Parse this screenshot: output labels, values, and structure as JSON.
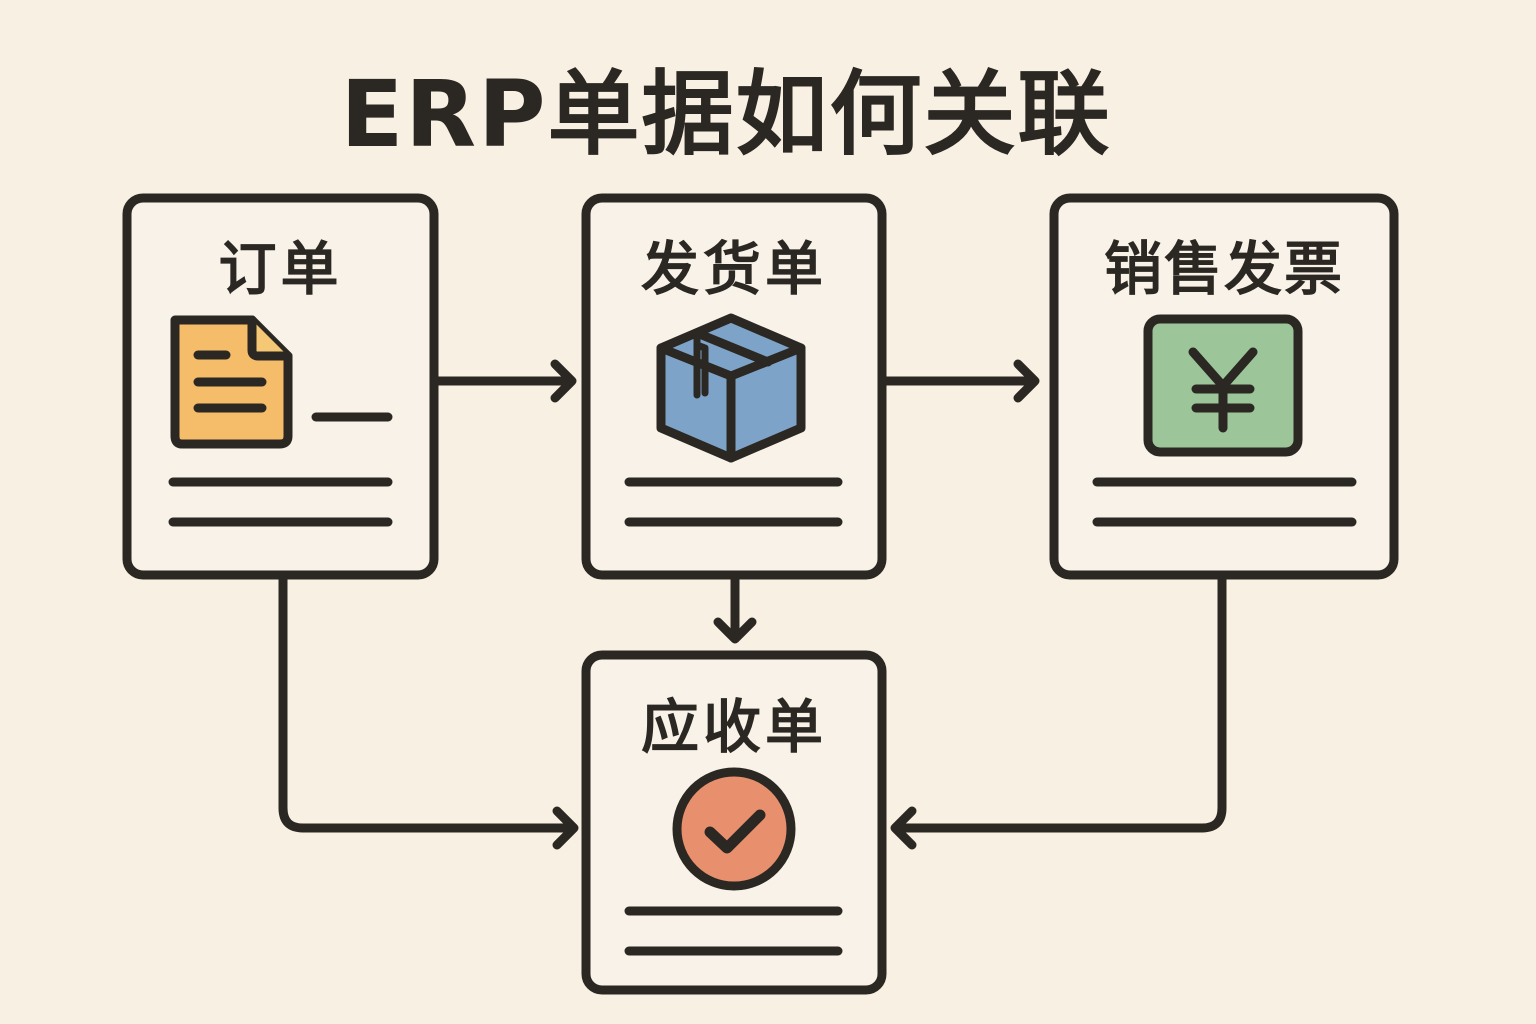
{
  "title": "ERP单据如何关联",
  "nodes": {
    "order": {
      "label": "订单",
      "icon": "document-icon",
      "icon_color": "#f5bd6a"
    },
    "delivery": {
      "label": "发货单",
      "icon": "package-box-icon",
      "icon_color": "#7ea3c8"
    },
    "invoice": {
      "label": "销售发票",
      "icon": "yen-currency-icon",
      "icon_color": "#9cc59a",
      "icon_glyph": "¥"
    },
    "receivable": {
      "label": "应收单",
      "icon": "checkmark-circle-icon",
      "icon_color": "#e8906e"
    }
  },
  "edges": [
    {
      "from": "订单",
      "to": "发货单"
    },
    {
      "from": "发货单",
      "to": "销售发票"
    },
    {
      "from": "发货单",
      "to": "应收单"
    },
    {
      "from": "订单",
      "to": "应收单"
    },
    {
      "from": "销售发票",
      "to": "应收单"
    }
  ],
  "colors": {
    "background": "#f8f0e3",
    "card": "#f9f2e8",
    "stroke": "#2b2722"
  }
}
